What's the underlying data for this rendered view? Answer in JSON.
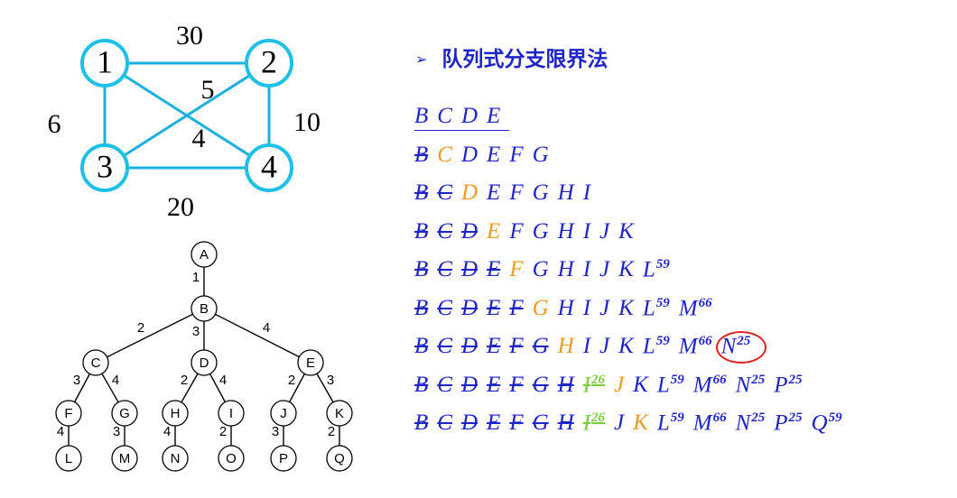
{
  "graph": {
    "nodes": [
      {
        "id": "n1",
        "label": "1"
      },
      {
        "id": "n2",
        "label": "2"
      },
      {
        "id": "n3",
        "label": "3"
      },
      {
        "id": "n4",
        "label": "4"
      }
    ],
    "edges": [
      {
        "from": "n1",
        "to": "n2",
        "weight": "30"
      },
      {
        "from": "n1",
        "to": "n3",
        "weight": "6"
      },
      {
        "from": "n2",
        "to": "n4",
        "weight": "10"
      },
      {
        "from": "n3",
        "to": "n4",
        "weight": "20"
      },
      {
        "from": "n3",
        "to": "n2",
        "weight": "5"
      },
      {
        "from": "n1",
        "to": "n4",
        "weight": "4"
      }
    ],
    "node_color": "#1ec0e8",
    "edge_color": "#1ab0e0"
  },
  "tree": {
    "nodes": [
      "A",
      "B",
      "C",
      "D",
      "E",
      "F",
      "G",
      "H",
      "I",
      "J",
      "K",
      "L",
      "M",
      "N",
      "O",
      "P",
      "Q"
    ],
    "edges": [
      {
        "from": "A",
        "to": "B",
        "weight": "1"
      },
      {
        "from": "B",
        "to": "C",
        "weight": "2"
      },
      {
        "from": "B",
        "to": "D",
        "weight": "3"
      },
      {
        "from": "B",
        "to": "E",
        "weight": "4"
      },
      {
        "from": "C",
        "to": "F",
        "weight": "3"
      },
      {
        "from": "C",
        "to": "G",
        "weight": "4"
      },
      {
        "from": "D",
        "to": "H",
        "weight": "2"
      },
      {
        "from": "D",
        "to": "I",
        "weight": "4"
      },
      {
        "from": "E",
        "to": "J",
        "weight": "2"
      },
      {
        "from": "E",
        "to": "K",
        "weight": "3"
      },
      {
        "from": "F",
        "to": "L",
        "weight": "4"
      },
      {
        "from": "G",
        "to": "M",
        "weight": "3"
      },
      {
        "from": "H",
        "to": "N",
        "weight": "4"
      },
      {
        "from": "I",
        "to": "O",
        "weight": "2"
      },
      {
        "from": "J",
        "to": "P",
        "weight": "3"
      },
      {
        "from": "K",
        "to": "Q",
        "weight": "2"
      }
    ]
  },
  "heading": {
    "bullet": "➢",
    "text": "队列式分支限界法"
  },
  "colors": {
    "text": "#1e24c8",
    "current": "#f29a1e",
    "pruned": "#7ecb3c",
    "circle": "#e02020"
  },
  "rows": [
    {
      "underline": true,
      "tokens": [
        {
          "t": "B",
          "s": "plain"
        },
        {
          "t": "C",
          "s": "plain"
        },
        {
          "t": "D",
          "s": "plain"
        },
        {
          "t": "E",
          "s": "plain"
        }
      ]
    },
    {
      "tokens": [
        {
          "t": "B",
          "s": "done"
        },
        {
          "t": "C",
          "s": "cur"
        },
        {
          "t": "D",
          "s": "plain"
        },
        {
          "t": "E",
          "s": "plain"
        },
        {
          "t": "F",
          "s": "plain"
        },
        {
          "t": "G",
          "s": "plain"
        }
      ]
    },
    {
      "tokens": [
        {
          "t": "B",
          "s": "done"
        },
        {
          "t": "C",
          "s": "done"
        },
        {
          "t": "D",
          "s": "cur"
        },
        {
          "t": "E",
          "s": "plain"
        },
        {
          "t": "F",
          "s": "plain"
        },
        {
          "t": "G",
          "s": "plain"
        },
        {
          "t": "H",
          "s": "plain"
        },
        {
          "t": "I",
          "s": "plain"
        }
      ]
    },
    {
      "tokens": [
        {
          "t": "B",
          "s": "done"
        },
        {
          "t": "C",
          "s": "done"
        },
        {
          "t": "D",
          "s": "done"
        },
        {
          "t": "E",
          "s": "cur"
        },
        {
          "t": "F",
          "s": "plain"
        },
        {
          "t": "G",
          "s": "plain"
        },
        {
          "t": "H",
          "s": "plain"
        },
        {
          "t": "I",
          "s": "plain"
        },
        {
          "t": "J",
          "s": "plain"
        },
        {
          "t": "K",
          "s": "plain"
        }
      ]
    },
    {
      "tokens": [
        {
          "t": "B",
          "s": "done"
        },
        {
          "t": "C",
          "s": "done"
        },
        {
          "t": "D",
          "s": "done"
        },
        {
          "t": "E",
          "s": "done"
        },
        {
          "t": "F",
          "s": "cur"
        },
        {
          "t": "G",
          "s": "plain"
        },
        {
          "t": "H",
          "s": "plain"
        },
        {
          "t": "I",
          "s": "plain"
        },
        {
          "t": "J",
          "s": "plain"
        },
        {
          "t": "K",
          "s": "plain"
        },
        {
          "t": "L",
          "s": "plain",
          "sup": "59"
        }
      ]
    },
    {
      "tokens": [
        {
          "t": "B",
          "s": "done"
        },
        {
          "t": "C",
          "s": "done"
        },
        {
          "t": "D",
          "s": "done"
        },
        {
          "t": "E",
          "s": "done"
        },
        {
          "t": "F",
          "s": "done"
        },
        {
          "t": "G",
          "s": "cur"
        },
        {
          "t": "H",
          "s": "plain"
        },
        {
          "t": "I",
          "s": "plain"
        },
        {
          "t": "J",
          "s": "plain"
        },
        {
          "t": "K",
          "s": "plain"
        },
        {
          "t": "L",
          "s": "plain",
          "sup": "59"
        },
        {
          "t": "M",
          "s": "plain",
          "sup": "66"
        }
      ]
    },
    {
      "tokens": [
        {
          "t": "B",
          "s": "done"
        },
        {
          "t": "C",
          "s": "done"
        },
        {
          "t": "D",
          "s": "done"
        },
        {
          "t": "E",
          "s": "done"
        },
        {
          "t": "F",
          "s": "done"
        },
        {
          "t": "G",
          "s": "done"
        },
        {
          "t": "H",
          "s": "cur"
        },
        {
          "t": "I",
          "s": "plain"
        },
        {
          "t": "J",
          "s": "plain"
        },
        {
          "t": "K",
          "s": "plain"
        },
        {
          "t": "L",
          "s": "plain",
          "sup": "59"
        },
        {
          "t": "M",
          "s": "plain",
          "sup": "66"
        },
        {
          "t": "N",
          "s": "circ",
          "sup": "25"
        }
      ]
    },
    {
      "tokens": [
        {
          "t": "B",
          "s": "done"
        },
        {
          "t": "C",
          "s": "done"
        },
        {
          "t": "D",
          "s": "done"
        },
        {
          "t": "E",
          "s": "done"
        },
        {
          "t": "F",
          "s": "done"
        },
        {
          "t": "G",
          "s": "done"
        },
        {
          "t": "H",
          "s": "done"
        },
        {
          "t": "I",
          "s": "cut",
          "sup": "26"
        },
        {
          "t": "J",
          "s": "cur"
        },
        {
          "t": "K",
          "s": "plain"
        },
        {
          "t": "L",
          "s": "plain",
          "sup": "59"
        },
        {
          "t": "M",
          "s": "plain",
          "sup": "66"
        },
        {
          "t": "N",
          "s": "plain",
          "sup": "25"
        },
        {
          "t": "P",
          "s": "plain",
          "sup": "25"
        }
      ]
    },
    {
      "tokens": [
        {
          "t": "B",
          "s": "done"
        },
        {
          "t": "C",
          "s": "done"
        },
        {
          "t": "D",
          "s": "done"
        },
        {
          "t": "E",
          "s": "done"
        },
        {
          "t": "F",
          "s": "done"
        },
        {
          "t": "G",
          "s": "done"
        },
        {
          "t": "H",
          "s": "done"
        },
        {
          "t": "I",
          "s": "cut",
          "sup": "26"
        },
        {
          "t": "J",
          "s": "plain"
        },
        {
          "t": "K",
          "s": "cur"
        },
        {
          "t": "L",
          "s": "plain",
          "sup": "59"
        },
        {
          "t": "M",
          "s": "plain",
          "sup": "66"
        },
        {
          "t": "N",
          "s": "plain",
          "sup": "25"
        },
        {
          "t": "P",
          "s": "plain",
          "sup": "25"
        },
        {
          "t": "Q",
          "s": "plain",
          "sup": "59"
        }
      ]
    }
  ]
}
